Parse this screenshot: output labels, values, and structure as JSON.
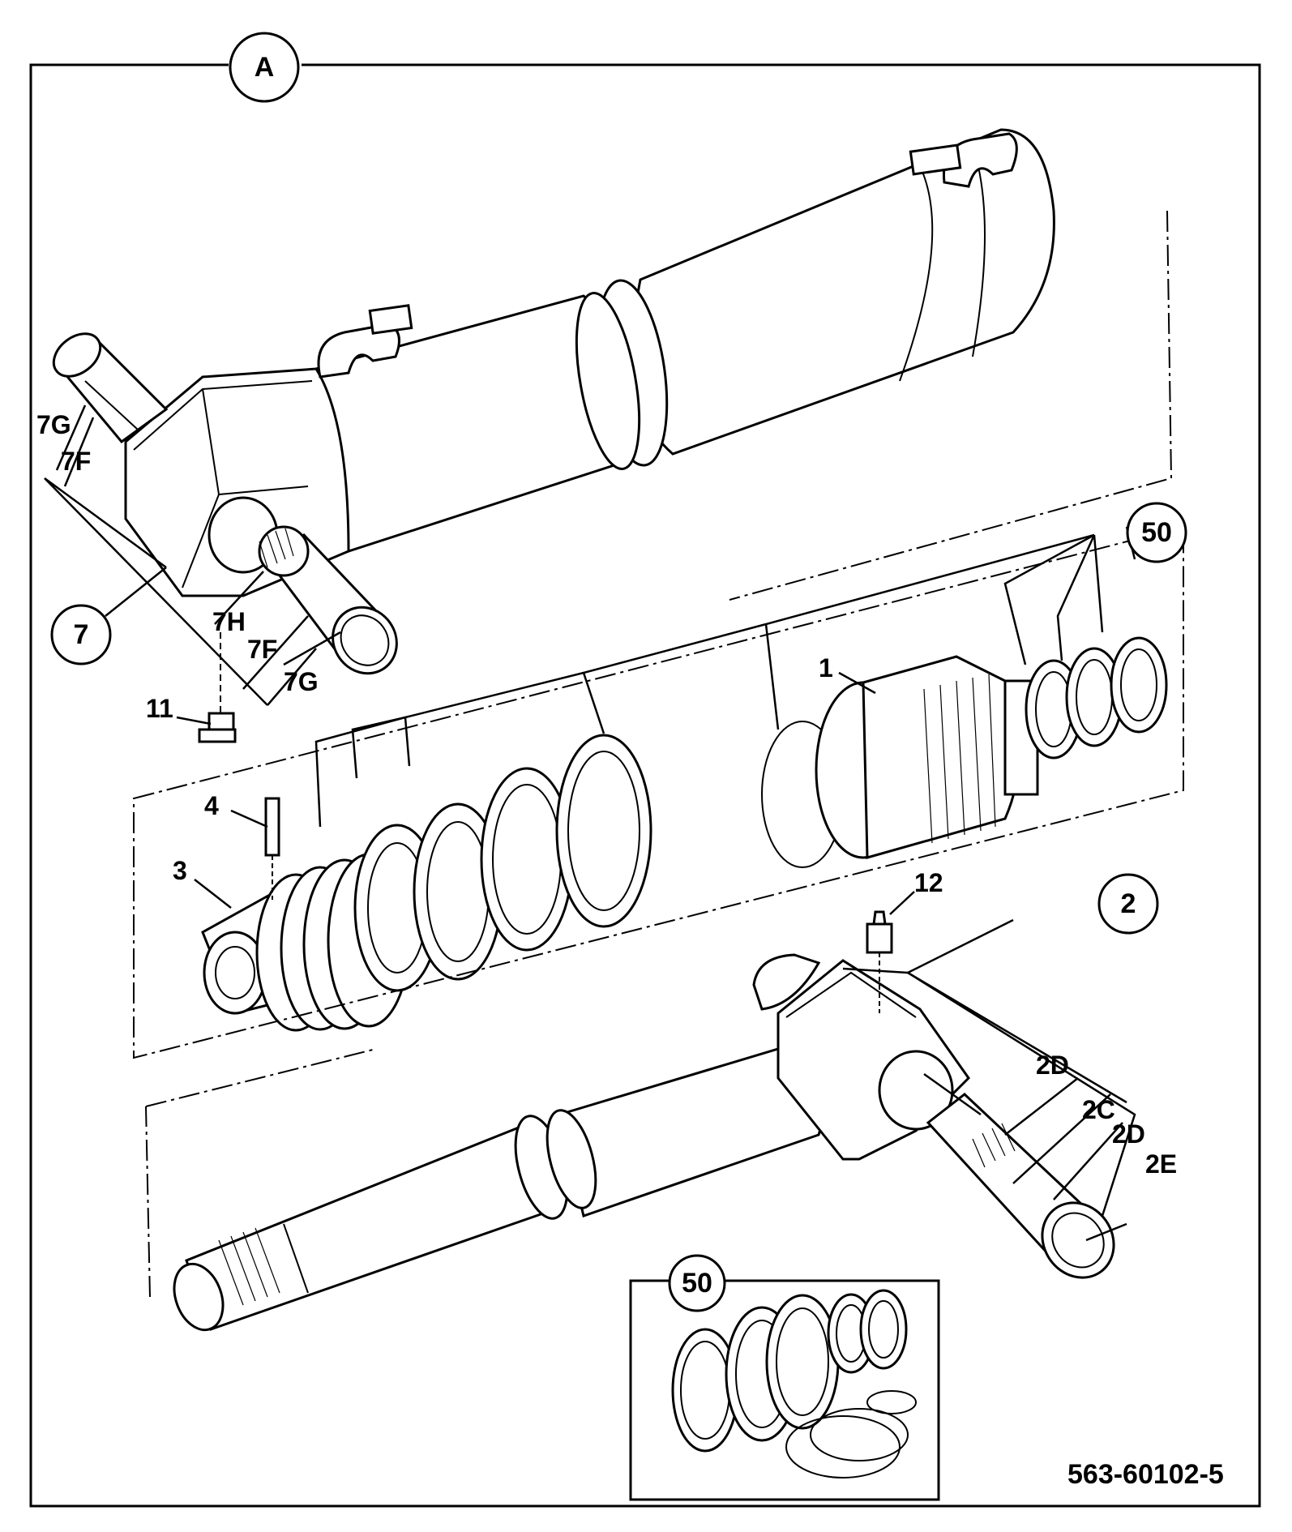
{
  "figure": {
    "view_label": "A",
    "drawing_number": "563-60102-5",
    "inset_callout": "50"
  },
  "callouts": {
    "c_50_top": "50",
    "c_7": "7",
    "c_2": "2"
  },
  "labels": {
    "l_7G_a": "7G",
    "l_7F_a": "7F",
    "l_7H": "7H",
    "l_7F_b": "7F",
    "l_7G_b": "7G",
    "l_11": "11",
    "l_4": "4",
    "l_3": "3",
    "l_1": "1",
    "l_12": "12",
    "l_2D_a": "2D",
    "l_2C": "2C",
    "l_2D_b": "2D",
    "l_2E": "2E"
  }
}
